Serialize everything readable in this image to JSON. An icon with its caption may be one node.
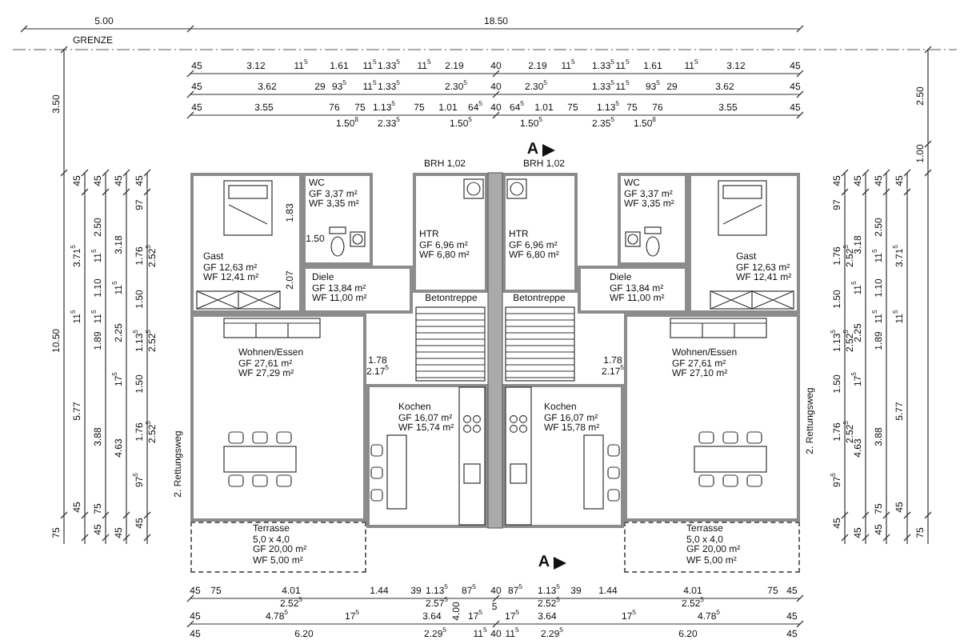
{
  "diagram": {
    "nodes": [
      {
        "text": [
          "Gast",
          "GF 12,63 m²",
          "WF 12,41 m²"
        ]
      },
      {
        "text": [
          "WC",
          "GF 3,37 m²",
          "WF 3,35 m²"
        ]
      },
      {
        "text": [
          "HTR",
          "GF 6,96 m²",
          "WF 6,80 m²"
        ]
      },
      {
        "text": [
          "Diele",
          "GF 13,84 m²",
          "WF 11,00 m²"
        ]
      },
      {
        "text": [
          "Wohnen/Essen",
          "GF 27,61 m²",
          "WF 27,29 m²"
        ]
      },
      {
        "text": [
          "Kochen",
          "GF 16,07 m²",
          "WF 15,74 m²"
        ]
      },
      {
        "text": [
          "Terrasse",
          "5,0 x 4,0",
          "GF 20,00 m²",
          "WF 5,00 m²"
        ]
      },
      {
        "text": [
          "Gast",
          "GF 12,63 m²",
          "WF 12,41 m²"
        ]
      },
      {
        "text": [
          "WC",
          "GF 3,37 m²",
          "WF 3,35 m²"
        ]
      },
      {
        "text": [
          "HTR",
          "GF 6,96 m²",
          "WF 6,80 m²"
        ]
      },
      {
        "text": [
          "Diele",
          "GF 13,84 m²",
          "WF 11,00 m²"
        ]
      },
      {
        "text": [
          "Wohnen/Essen",
          "GF 27,61 m²",
          "WF 27,10 m²"
        ]
      },
      {
        "text": [
          "Kochen",
          "GF 16,07 m²",
          "WF 15,78 m²"
        ]
      },
      {
        "text": [
          "Terrasse",
          "5,0 x 4,0",
          "GF 20,00 m²",
          "WF 5,00 m²"
        ]
      }
    ],
    "labels": [
      "5.00",
      "18.50",
      "GRENZE",
      "45",
      "3.12",
      "11$^{5}$",
      "1.61",
      "11$^{5}$",
      "1.33$^{5}$",
      "11$^{5}$",
      "2.19",
      "40",
      "2.19",
      "11$^{5}$",
      "1.33$^{5}$",
      "11$^{5}$",
      "1.61",
      "11$^{5}$",
      "3.12",
      "45",
      "45",
      "3.62",
      "29",
      "93$^{5}$",
      "11$^{5}$",
      "1.33$^{5}$",
      "2.30$^{5}$",
      "40",
      "2.30$^{5}$",
      "1.33$^{5}$",
      "11$^{5}$",
      "93$^{5}$",
      "29",
      "3.62",
      "45",
      "45",
      "3.55",
      "76",
      "75",
      "1.13$^{5}$",
      "75",
      "1.01",
      "64$^{5}$",
      "40",
      "64$^{5}$",
      "1.01",
      "75",
      "1.13$^{5}$",
      "75",
      "76",
      "3.55",
      "45",
      "1.50$^{8}$",
      "2.33$^{5}$",
      "1.50$^{5}$",
      "1.50$^{5}$",
      "2.35$^{5}$",
      "1.50$^{8}$",
      "3.50",
      "2.50",
      "1.00",
      "BRH 1,02",
      "A",
      "BRH 1,02",
      "Betontreppe",
      "Betontreppe",
      "1.83",
      "1.50",
      "2.07",
      "1.78",
      "2.17$^{5}$",
      "1.78",
      "2.17$^{5}$",
      "2. Rettungsweg",
      "2. Rettungsweg",
      "A",
      "10.50",
      "75",
      "45",
      "3.71$^{5}$",
      "11$^{5}$",
      "5.77",
      "45",
      "45",
      "2.50",
      "11$^{5}$",
      "1.10",
      "11$^{5}$",
      "1.89",
      "3.88",
      "75",
      "45",
      "45",
      "3.18",
      "11$^{5}$",
      "2.25",
      "17$^{5}$",
      "4.63",
      "45",
      "45",
      "97",
      "1.76",
      "2.52$^{5}$",
      "1.50",
      "1.13$^{5}$",
      "2.52$^{5}$",
      "1.50",
      "1.76",
      "2.52$^{5}$",
      "97$^{5}$",
      "45",
      "45",
      "97",
      "1.76",
      "2.52$^{5}$",
      "1.50",
      "1.13$^{5}$",
      "2.52$^{5}$",
      "1.50",
      "1.76",
      "2.52$^{5}$",
      "97$^{5}$",
      "45",
      "45",
      "3.18",
      "11$^{5}$",
      "2.25",
      "17$^{5}$",
      "4.63",
      "45",
      "45",
      "2.50",
      "11$^{5}$",
      "1.10",
      "11$^{5}$",
      "1.89",
      "3.88",
      "75",
      "45",
      "45",
      "3.71$^{5}$",
      "11$^{5}$",
      "5.77",
      "45",
      "75",
      "45",
      "75",
      "4.01",
      "1.44",
      "39",
      "1.13$^{5}$",
      "87$^{5}$",
      "40",
      "87$^{5}$",
      "1.13$^{5}$",
      "39",
      "1.44",
      "4.01",
      "75",
      "45",
      "2.52$^{5}$",
      "2.57$^{5}$",
      "2.52$^{5}$",
      "2.52$^{5}$",
      "4.00",
      "45",
      "4.78$^{5}$",
      "17$^{5}$",
      "3.64",
      "17$^{5}$",
      "5",
      "17$^{5}$",
      "3.64",
      "17$^{5}$",
      "4.78$^{5}$",
      "45",
      "45",
      "6.20",
      "2.29$^{5}$",
      "11$^{5}$",
      "40",
      "11$^{5}$",
      "2.29$^{5}$",
      "6.20",
      "45"
    ]
  }
}
